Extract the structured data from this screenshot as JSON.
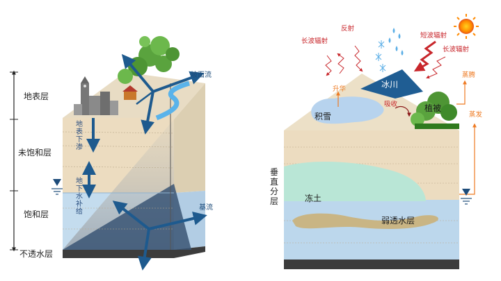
{
  "left_diagram": {
    "layers": {
      "surface": "地表层",
      "unsaturated": "未饱和层",
      "saturated": "饱和层",
      "impermeable": "不透水层"
    },
    "flows": {
      "surface_runoff": "坡面流",
      "infiltration": [
        "地",
        "表",
        "下",
        "渗"
      ],
      "groundwater_recharge": [
        "地",
        "下",
        "水",
        "补",
        "给"
      ],
      "baseflow": "基流"
    }
  },
  "right_diagram": {
    "vertical_layers": [
      "垂",
      "直",
      "分",
      "层"
    ],
    "radiation": {
      "reflection": "反射",
      "longwave_left": "长波辐射",
      "shortwave": "短波辐射",
      "longwave_right": "长波辐射"
    },
    "processes": {
      "sublimation": "升华",
      "absorption": "吸收",
      "transpiration": "蒸腾",
      "evaporation": "蒸发"
    },
    "features": {
      "glacier": "冰川",
      "snowpack": "积雪",
      "vegetation": "植被",
      "frozen_soil": "冻土",
      "aquitard": "弱透水层"
    }
  },
  "colors": {
    "arrow_blue": "#1e5a8e",
    "radiation_red": "#c8262b",
    "process_orange": "#ee7a22",
    "soil": "#ecdcc0",
    "groundwater": "#bcd7ec",
    "frozen_soil": "#b9e6d6",
    "bedrock": "#3c3c3c"
  }
}
